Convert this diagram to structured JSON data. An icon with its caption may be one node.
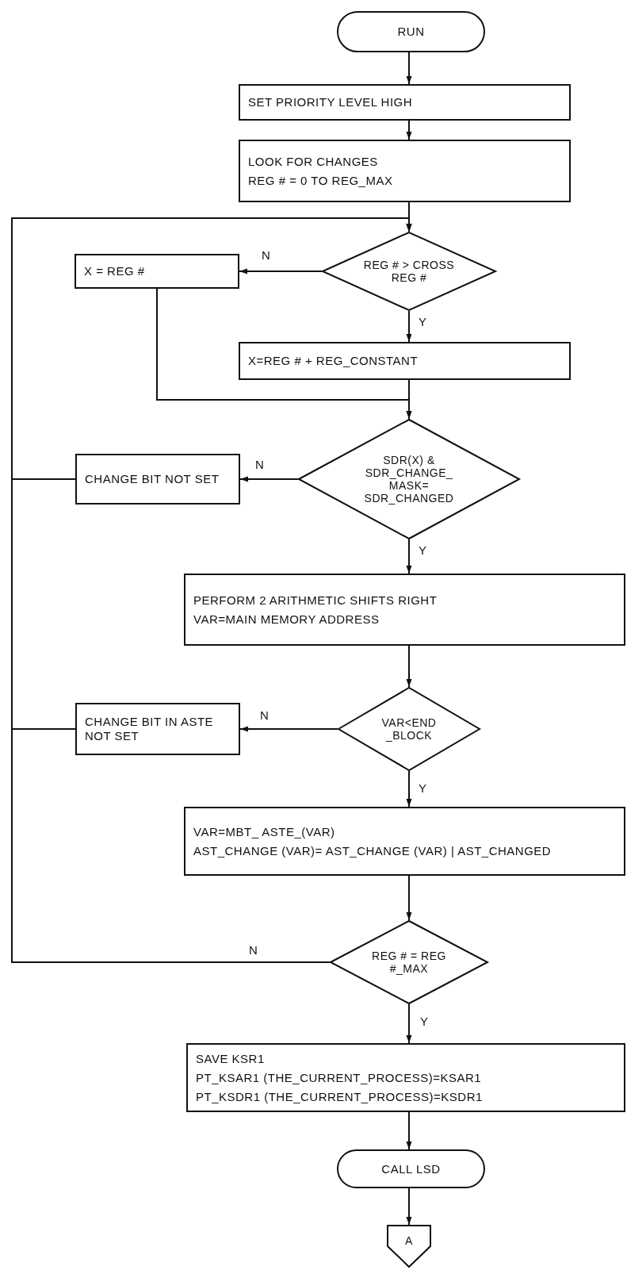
{
  "diagram": {
    "nodes": [
      {
        "text": [
          "RUN"
        ]
      },
      {
        "text": [
          "SET PRIORITY LEVEL HIGH"
        ]
      },
      {
        "text": [
          "LOOK FOR CHANGES",
          "REG # = 0 TO REG_MAX"
        ]
      },
      {
        "text": [
          "REG # > CROSS REG #"
        ]
      },
      {
        "text": [
          "X = REG #"
        ]
      },
      {
        "text": [
          "X=REG # + REG_CONSTANT"
        ]
      },
      {
        "text": [
          "SDR(X) & SDR_CHANGE_ MASK= SDR_CHANGED"
        ]
      },
      {
        "text": [
          "CHANGE BIT NOT SET"
        ]
      },
      {
        "text": [
          "PERFORM 2 ARITHMETIC SHIFTS RIGHT",
          "VAR=MAIN MEMORY ADDRESS"
        ]
      },
      {
        "text": [
          "VAR<END _BLOCK"
        ]
      },
      {
        "text": [
          "CHANGE BIT IN ASTE NOT SET"
        ]
      },
      {
        "text": [
          "VAR=MBT_ ASTE_(VAR)",
          "AST_CHANGE (VAR)= AST_CHANGE (VAR) | AST_CHANGED"
        ]
      },
      {
        "text": [
          "REG # = REG #_MAX"
        ]
      },
      {
        "text": [
          "SAVE KSR1",
          "PT_KSAR1 (THE_CURRENT_PROCESS)=KSAR1",
          "PT_KSDR1 (THE_CURRENT_PROCESS)=KSDR1"
        ]
      },
      {
        "text": [
          "CALL LSD"
        ]
      },
      {
        "text": [
          "A"
        ]
      }
    ],
    "edges": [
      {
        "from": 0,
        "to": 1,
        "arrow": "to"
      },
      {
        "from": 1,
        "to": 2,
        "arrow": "to"
      },
      {
        "from": 2,
        "to": 3,
        "arrow": "to"
      },
      {
        "from": 3,
        "to": 4,
        "arrow": "to",
        "label": "N"
      },
      {
        "from": 3,
        "to": 5,
        "arrow": "to",
        "label": "Y"
      },
      {
        "from": 4,
        "to": 6,
        "arrow": "to"
      },
      {
        "from": 5,
        "to": 6,
        "arrow": "to"
      },
      {
        "from": 6,
        "to": 7,
        "arrow": "to",
        "label": "N"
      },
      {
        "from": 6,
        "to": 8,
        "arrow": "to",
        "label": "Y"
      },
      {
        "from": 7,
        "to": 3,
        "arrow": "to"
      },
      {
        "from": 8,
        "to": 9,
        "arrow": "to"
      },
      {
        "from": 9,
        "to": 10,
        "arrow": "to",
        "label": "N"
      },
      {
        "from": 9,
        "to": 11,
        "arrow": "to",
        "label": "Y"
      },
      {
        "from": 10,
        "to": 3,
        "arrow": "to"
      },
      {
        "from": 11,
        "to": 12,
        "arrow": "to"
      },
      {
        "from": 12,
        "to": 3,
        "arrow": "to",
        "label": "N"
      },
      {
        "from": 12,
        "to": 13,
        "arrow": "to",
        "label": "Y"
      },
      {
        "from": 13,
        "to": 14,
        "arrow": "to"
      },
      {
        "from": 14,
        "to": 15,
        "arrow": "to"
      }
    ]
  }
}
